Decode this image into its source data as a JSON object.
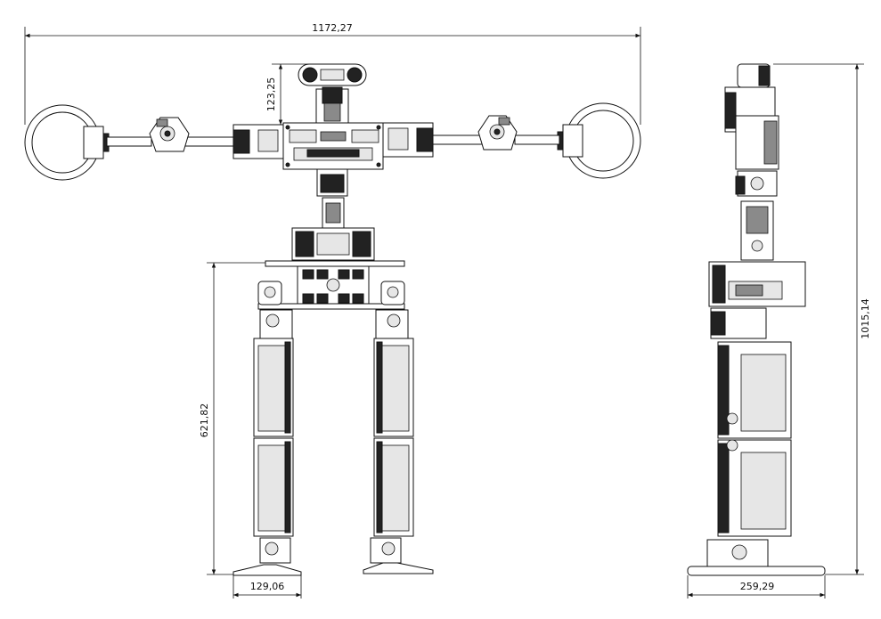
{
  "dimensions": {
    "overall_width": "1172,27",
    "head_height": "123,25",
    "leg_height": "621,82",
    "foot_width": "129,06",
    "total_height": "1015,14",
    "side_depth": "259,29"
  }
}
